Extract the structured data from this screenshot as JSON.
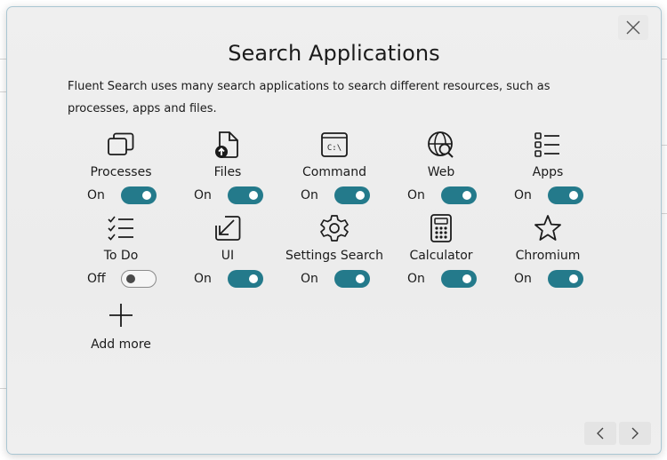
{
  "dialog": {
    "title": "Search Applications",
    "description": "Fluent Search uses many search applications to search different resources, such as processes, apps and files."
  },
  "apps": [
    [
      {
        "name": "Processes",
        "icon": "processes-icon",
        "state": "On",
        "enabled": true
      },
      {
        "name": "Files",
        "icon": "file-icon",
        "state": "On",
        "enabled": true
      },
      {
        "name": "Command",
        "icon": "command-prompt-icon",
        "state": "On",
        "enabled": true
      },
      {
        "name": "Web",
        "icon": "web-search-icon",
        "state": "On",
        "enabled": true
      },
      {
        "name": "Apps",
        "icon": "list-icon",
        "state": "On",
        "enabled": true
      }
    ],
    [
      {
        "name": "To Do",
        "icon": "checklist-icon",
        "state": "Off",
        "enabled": false
      },
      {
        "name": "UI",
        "icon": "ui-arrow-icon",
        "state": "On",
        "enabled": true
      },
      {
        "name": "Settings Search",
        "icon": "gear-icon",
        "state": "On",
        "enabled": true
      },
      {
        "name": "Calculator",
        "icon": "calculator-icon",
        "state": "On",
        "enabled": true
      },
      {
        "name": "Chromium",
        "icon": "star-icon",
        "state": "On",
        "enabled": true
      }
    ]
  ],
  "add_more": {
    "label": "Add more",
    "icon": "plus-icon"
  },
  "colors": {
    "toggle_on": "#247a8b",
    "toggle_off_border": "#8a8a8a",
    "dialog_border": "#a9c6d2"
  }
}
